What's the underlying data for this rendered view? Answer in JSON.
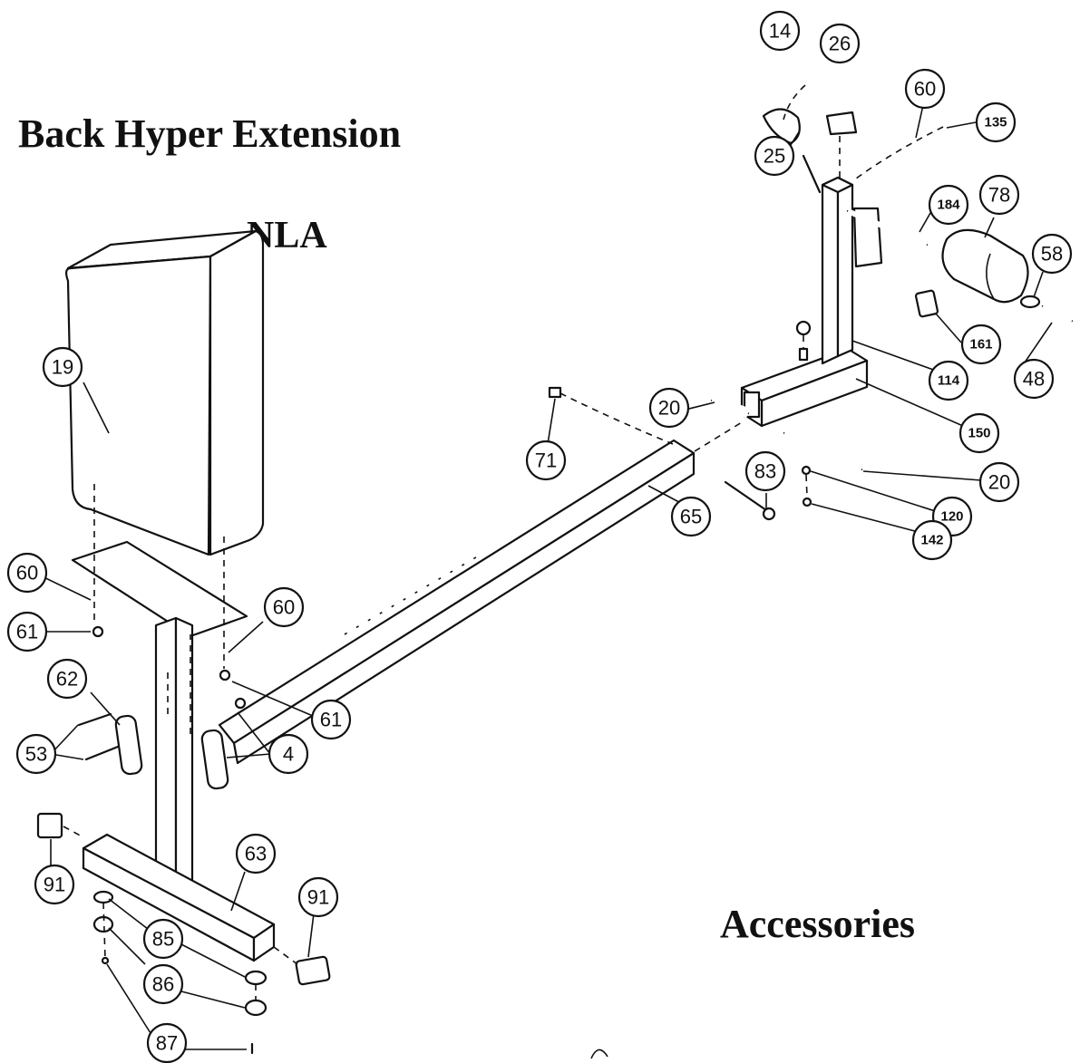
{
  "title": "Back Hyper Extension",
  "status": "NLA",
  "section": "Accessories",
  "callouts": [
    {
      "id": "c14",
      "label": "14"
    },
    {
      "id": "c26",
      "label": "26"
    },
    {
      "id": "c60a",
      "label": "60"
    },
    {
      "id": "c135",
      "label": "135"
    },
    {
      "id": "c25",
      "label": "25"
    },
    {
      "id": "c184",
      "label": "184"
    },
    {
      "id": "c78",
      "label": "78"
    },
    {
      "id": "c58",
      "label": "58"
    },
    {
      "id": "c161",
      "label": "161"
    },
    {
      "id": "c48",
      "label": "48"
    },
    {
      "id": "c114",
      "label": "114"
    },
    {
      "id": "c19",
      "label": "19"
    },
    {
      "id": "c20a",
      "label": "20"
    },
    {
      "id": "c150",
      "label": "150"
    },
    {
      "id": "c71",
      "label": "71"
    },
    {
      "id": "c83",
      "label": "83"
    },
    {
      "id": "c20b",
      "label": "20"
    },
    {
      "id": "c120",
      "label": "120"
    },
    {
      "id": "c65",
      "label": "65"
    },
    {
      "id": "c142",
      "label": "142"
    },
    {
      "id": "c60b",
      "label": "60"
    },
    {
      "id": "c60c",
      "label": "60"
    },
    {
      "id": "c61a",
      "label": "61"
    },
    {
      "id": "c62",
      "label": "62"
    },
    {
      "id": "c61b",
      "label": "61"
    },
    {
      "id": "c4",
      "label": "4"
    },
    {
      "id": "c53",
      "label": "53"
    },
    {
      "id": "c63",
      "label": "63"
    },
    {
      "id": "c91a",
      "label": "91"
    },
    {
      "id": "c91b",
      "label": "91"
    },
    {
      "id": "c85",
      "label": "85"
    },
    {
      "id": "c86",
      "label": "86"
    },
    {
      "id": "c87",
      "label": "87"
    }
  ]
}
